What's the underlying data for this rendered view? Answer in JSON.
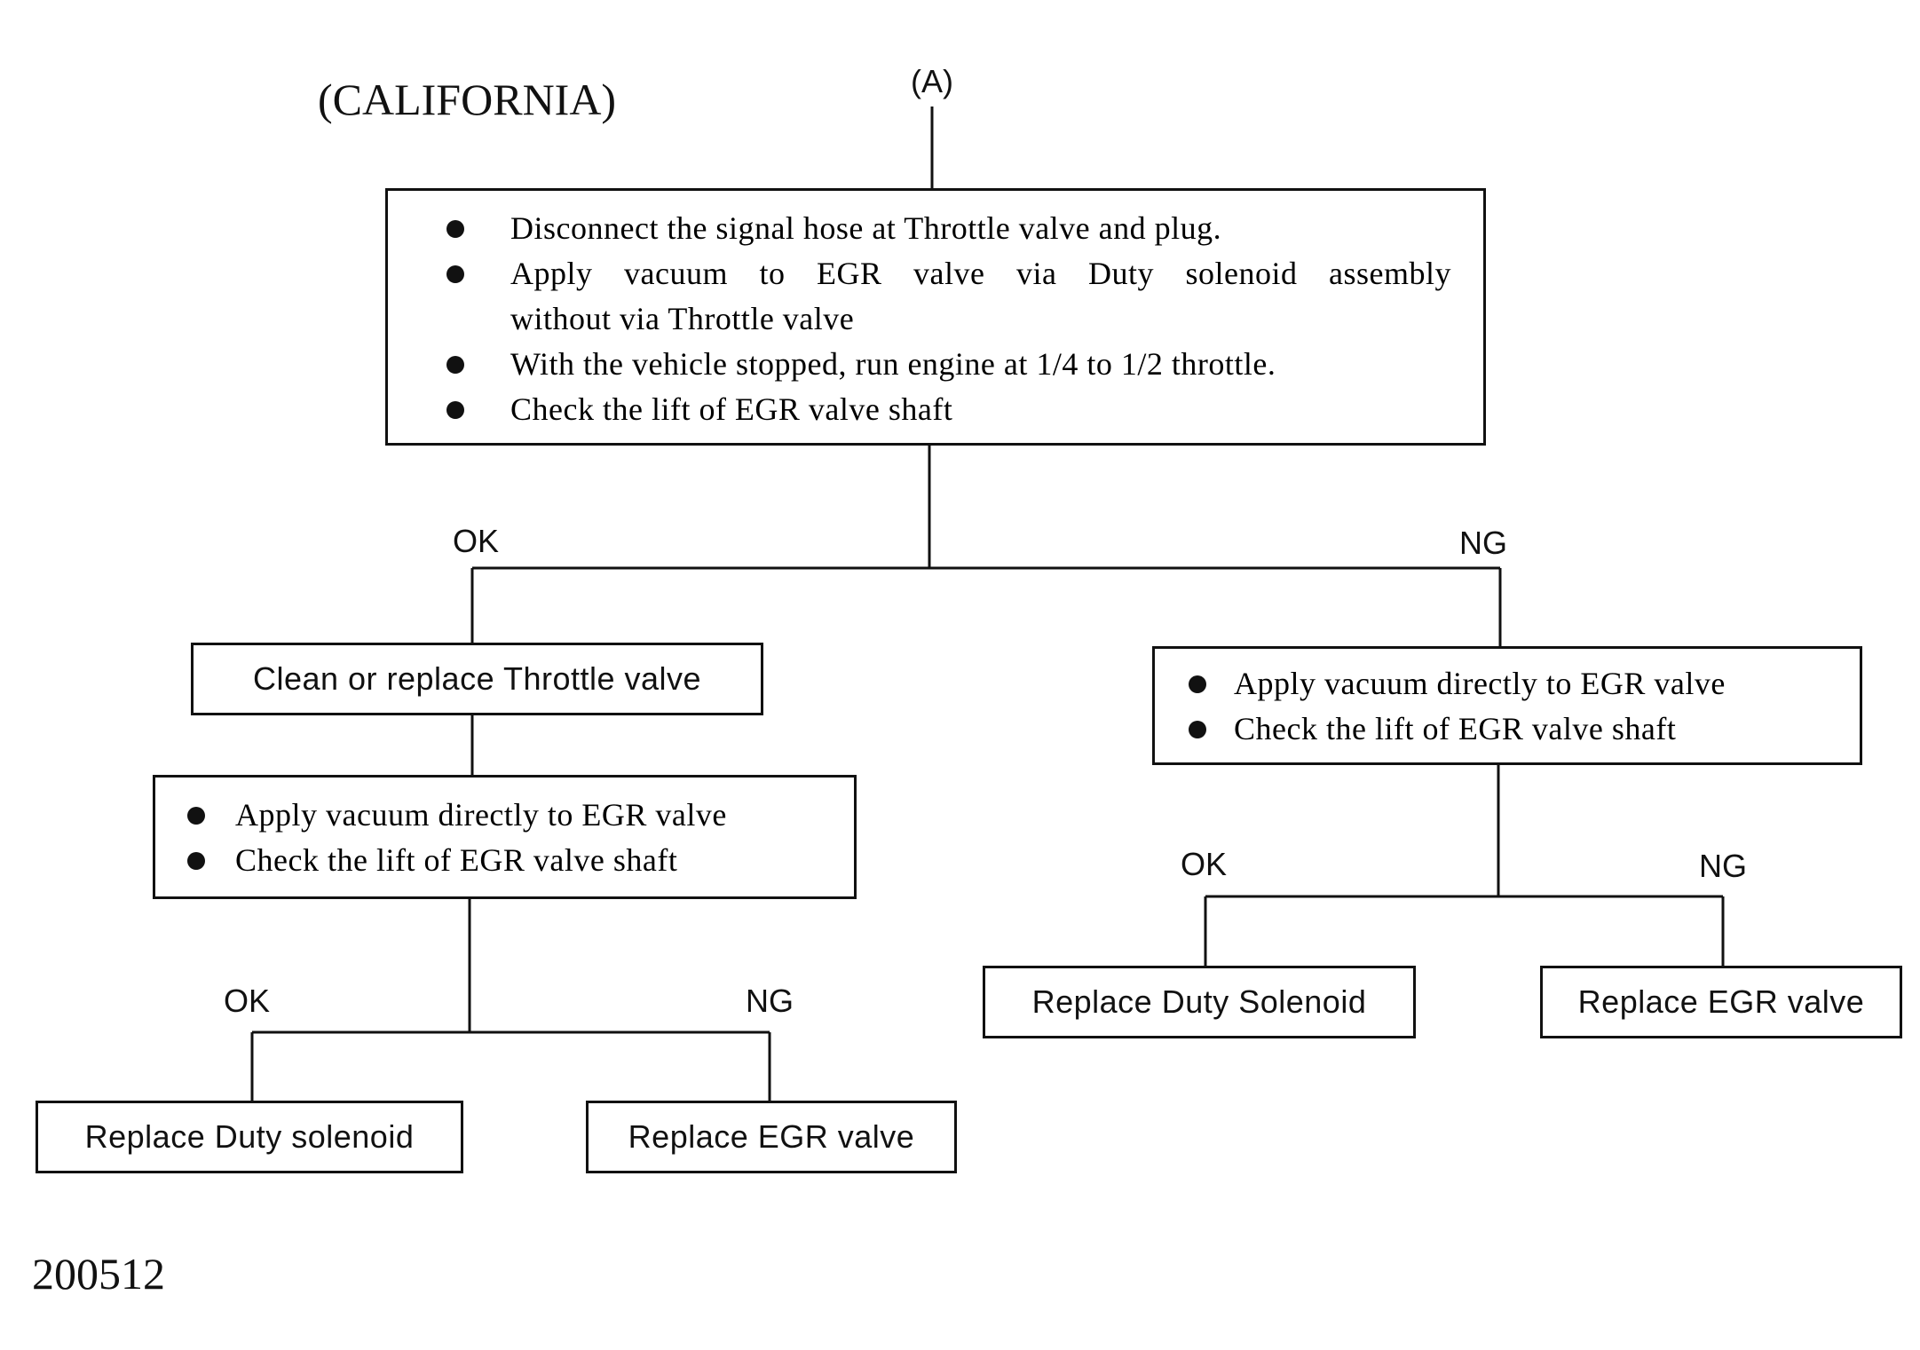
{
  "title": "(CALIFORNIA)",
  "entry_label": "(A)",
  "figure_number": "200512",
  "main_steps": [
    "Disconnect the signal hose at Throttle valve and plug.",
    "Apply vacuum to EGR valve via Duty solenoid assembly",
    "without via Throttle valve",
    "With the vehicle stopped, run engine at 1/4 to 1/2 throttle.",
    "Check the lift of EGR valve shaft"
  ],
  "branches": {
    "top": {
      "ok": "OK",
      "ng": "NG"
    },
    "left": {
      "ok": "OK",
      "ng": "NG"
    },
    "right": {
      "ok": "OK",
      "ng": "NG"
    }
  },
  "ok_path": {
    "clean_step": "Clean or replace Throttle valve",
    "check_steps": [
      "Apply vacuum directly to EGR valve",
      "Check the lift of EGR valve shaft"
    ],
    "ok_result": "Replace Duty solenoid",
    "ng_result": "Replace EGR valve"
  },
  "ng_path": {
    "check_steps": [
      "Apply vacuum directly to EGR valve",
      "Check the lift of EGR valve shaft"
    ],
    "ok_result": "Replace Duty Solenoid",
    "ng_result": "Replace EGR valve"
  }
}
